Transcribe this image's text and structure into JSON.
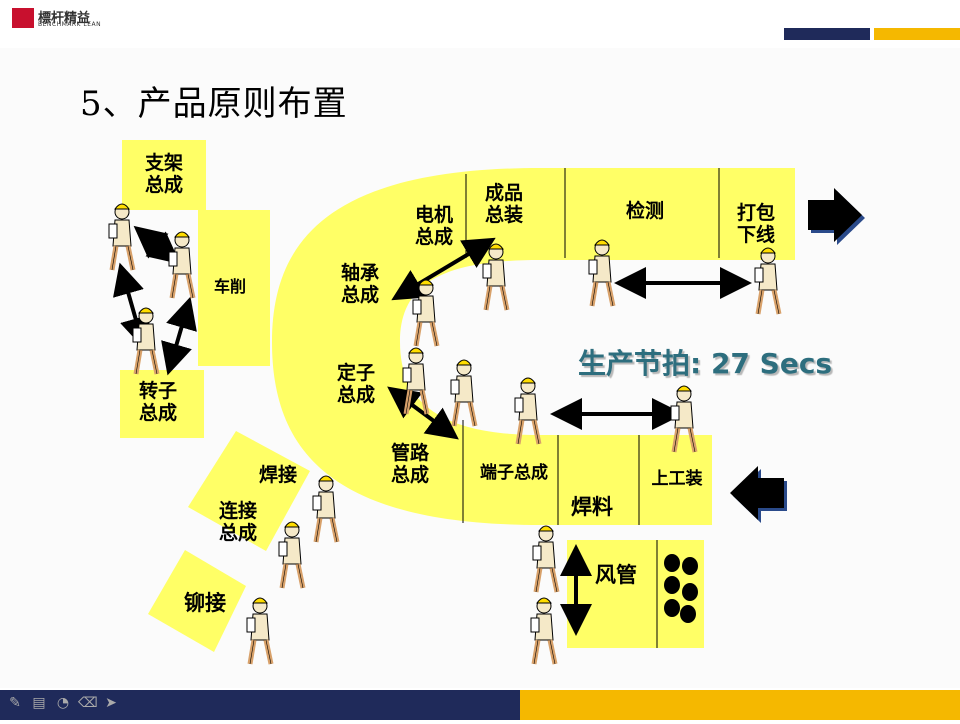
{
  "header": {
    "logo_text": "標杆精益",
    "logo_sub": "BENCHMARK LEAN",
    "title": "5、产品原则布置",
    "colors": {
      "navy": "#1f2a5a",
      "gold": "#f5b800",
      "cell": "#ffff66",
      "takt": "#2d6e7e"
    }
  },
  "stations": [
    {
      "key": "zhijia",
      "text": "支架\n总成"
    },
    {
      "key": "chexiao",
      "text": "车削"
    },
    {
      "key": "zhuanzi",
      "text": "转子\n总成"
    },
    {
      "key": "hanjie",
      "text": "焊接"
    },
    {
      "key": "lianjie",
      "text": "连接\n总成"
    },
    {
      "key": "maojie",
      "text": "铆接"
    },
    {
      "key": "dianji",
      "text": "电机\n总成"
    },
    {
      "key": "chengpin",
      "text": "成品\n总装"
    },
    {
      "key": "jiance",
      "text": "检测"
    },
    {
      "key": "dabao",
      "text": "打包\n下线"
    },
    {
      "key": "zhoucheng",
      "text": "轴承\n总成"
    },
    {
      "key": "dingzi",
      "text": "定子\n总成"
    },
    {
      "key": "guanlu",
      "text": "管路\n总成"
    },
    {
      "key": "duanzi",
      "text": "端子总成"
    },
    {
      "key": "hanliao",
      "text": "焊料"
    },
    {
      "key": "shanggong",
      "text": "上工装"
    },
    {
      "key": "fengguan",
      "text": "风管"
    }
  ],
  "takt": "生产节拍: 27 Secs",
  "toolbar_icons": [
    "pen-icon",
    "slide-icon",
    "marker-icon",
    "eraser-icon",
    "pointer-icon"
  ]
}
